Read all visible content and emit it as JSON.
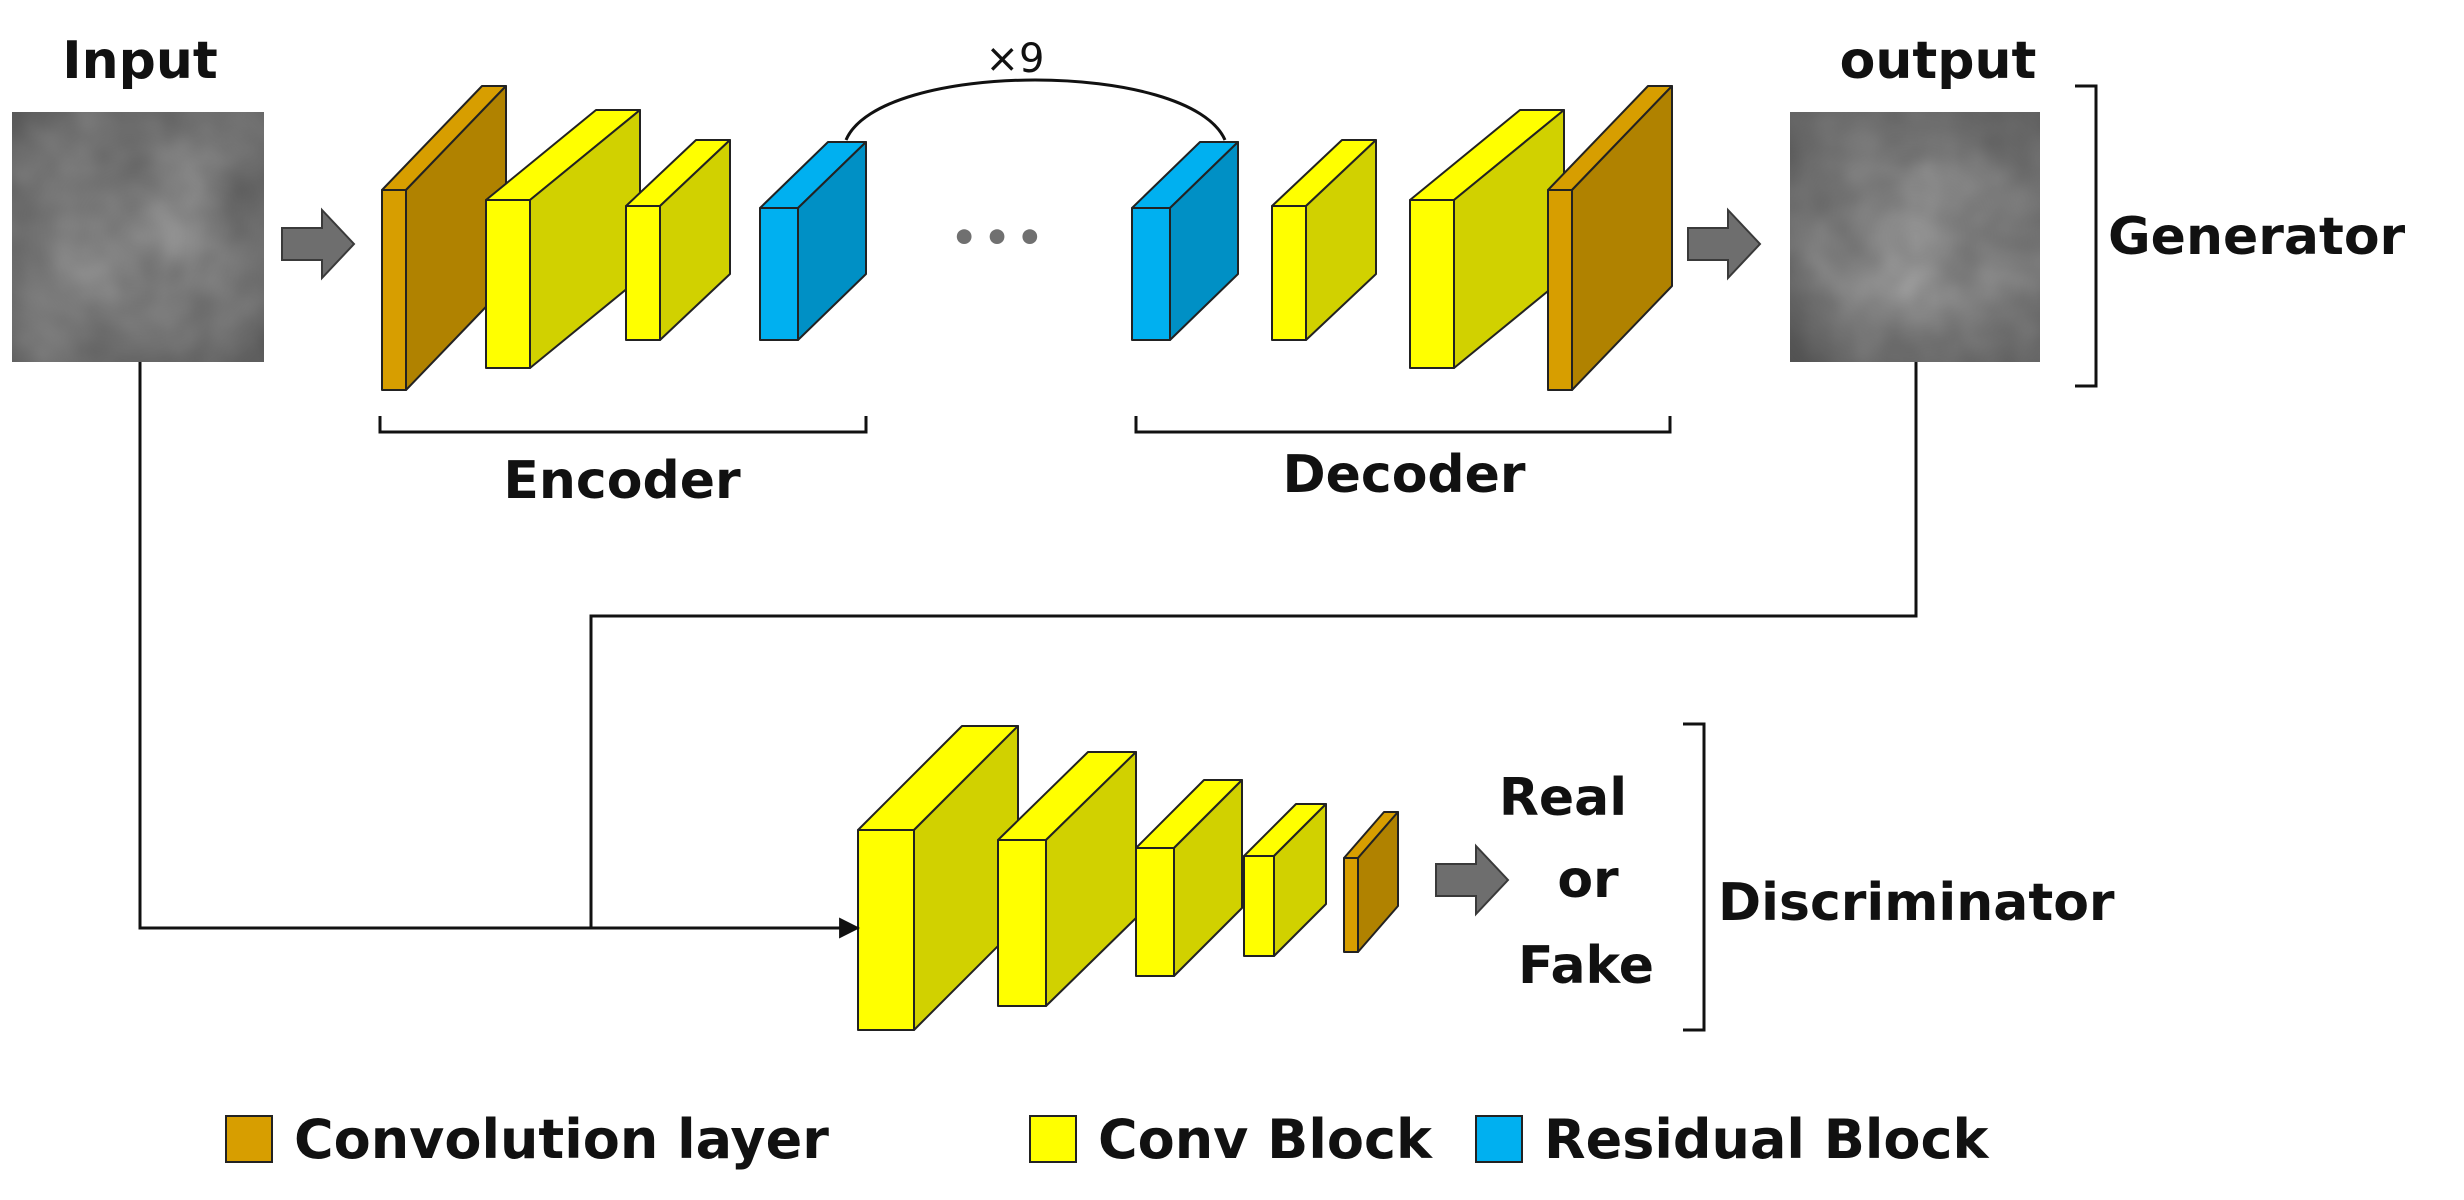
{
  "colors": {
    "convolution_layer": "#d79e00",
    "conv_block": "#ffff00",
    "residual_block": "#00b0f0",
    "line": "#111111",
    "arrow": "#6e6e6e",
    "image_tile": "#707070"
  },
  "generator": {
    "input_label": "Input",
    "output_label": "output",
    "repeat_label": "×9",
    "ellipsis": "•••",
    "encoder_label": "Encoder",
    "decoder_label": "Decoder",
    "group_label": "Generator"
  },
  "discriminator": {
    "result_lines": [
      "Real",
      "or",
      "Fake"
    ],
    "group_label": "Discriminator"
  },
  "legend": {
    "items": [
      {
        "label": "Convolution layer",
        "color_key": "convolution_layer"
      },
      {
        "label": "Conv Block",
        "color_key": "conv_block"
      },
      {
        "label": "Residual Block",
        "color_key": "residual_block"
      }
    ]
  }
}
